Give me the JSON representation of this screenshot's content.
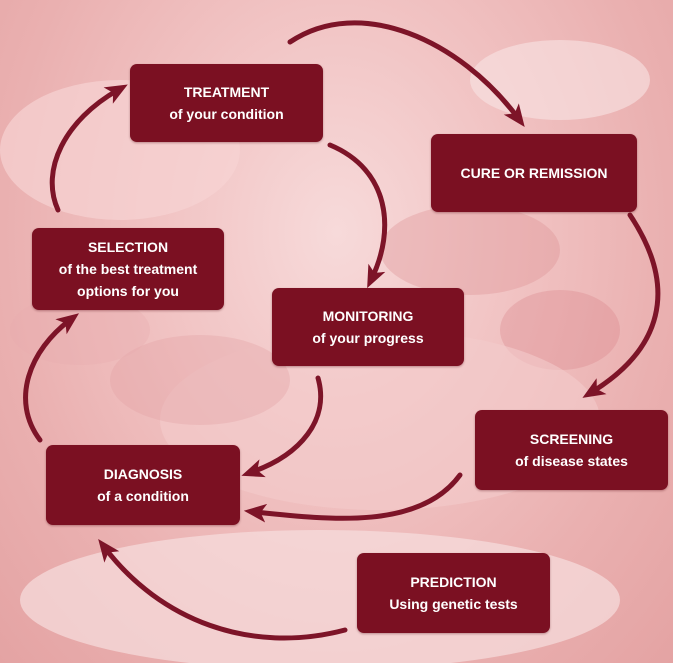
{
  "steps": {
    "treatment": {
      "title": "TREATMENT",
      "subtitle": "of your condition"
    },
    "cure": {
      "title": "CURE OR REMISSION",
      "subtitle": ""
    },
    "selection": {
      "title": "SELECTION",
      "subtitle_line1": "of the best treatment",
      "subtitle_line2": "options for you"
    },
    "monitoring": {
      "title": "MONITORING",
      "subtitle": "of your progress"
    },
    "screening": {
      "title": "SCREENING",
      "subtitle": "of disease states"
    },
    "diagnosis": {
      "title": "DIAGNOSIS",
      "subtitle": "of a condition"
    },
    "prediction": {
      "title": "PREDICTION",
      "subtitle": "Using genetic tests"
    }
  },
  "colors": {
    "box": "#7b1022",
    "arrow": "#7d1428",
    "background": "#f1c3c3"
  }
}
